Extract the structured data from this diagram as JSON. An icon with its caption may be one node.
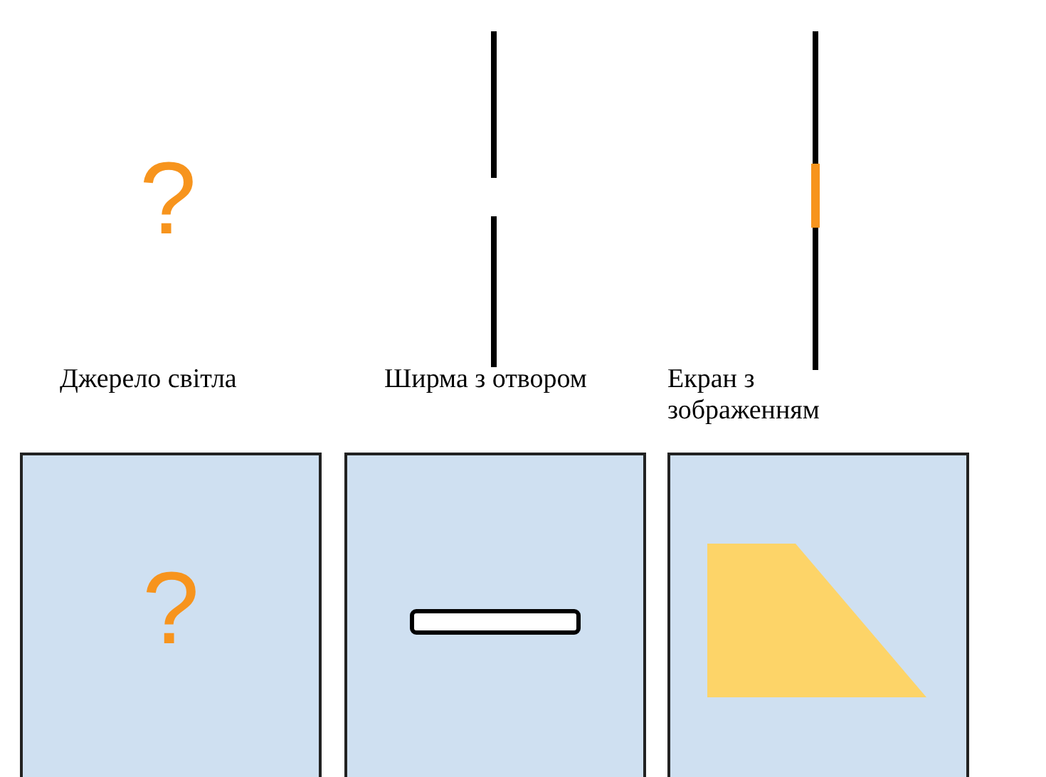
{
  "diagram": {
    "nodes": [
      {
        "text": [
          "Джерело світла",
          "?"
        ]
      },
      {
        "text": [
          "Ширма з отвором"
        ]
      },
      {
        "text": [
          "Екран з зображенням"
        ]
      }
    ],
    "labels": [
      "?"
    ]
  }
}
